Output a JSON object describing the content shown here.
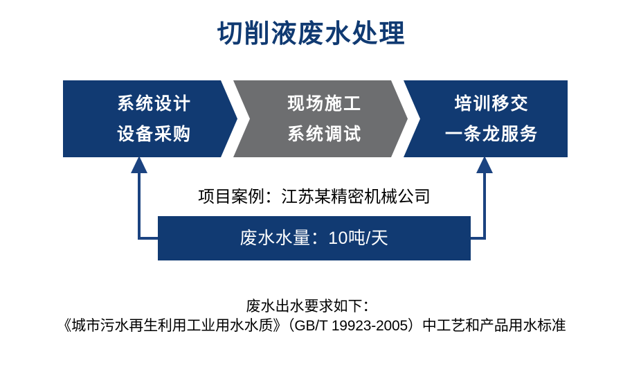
{
  "title": "切削液废水处理",
  "colors": {
    "navy": "#113A72",
    "title_navy": "#103A72",
    "gray": "#6D6E70",
    "arrow_navy": "#1B4380",
    "text_black": "#000000",
    "background": "#FFFFFF"
  },
  "process": {
    "steps": [
      {
        "id": "design-procurement",
        "line1": "系统设计",
        "line2": "设备采购",
        "color": "#113A72"
      },
      {
        "id": "construction-commissioning",
        "line1": "现场施工",
        "line2": "系统调试",
        "color": "#6D6E70"
      },
      {
        "id": "training-handover",
        "line1": "培训移交",
        "line2": "一条龙服务",
        "color": "#113A72"
      }
    ]
  },
  "case": {
    "label": "项目案例：江苏某精密机械公司",
    "volume": "废水水量：10吨/天"
  },
  "footer": {
    "line1": "废水出水要求如下：",
    "line2": "《城市污水再生利用工业用水水质》（GB/T 19923-2005）中工艺和产品用水标准"
  },
  "arrows": {
    "left_feedback": "feedback-arrow-left",
    "right_feedback": "feedback-arrow-right"
  }
}
